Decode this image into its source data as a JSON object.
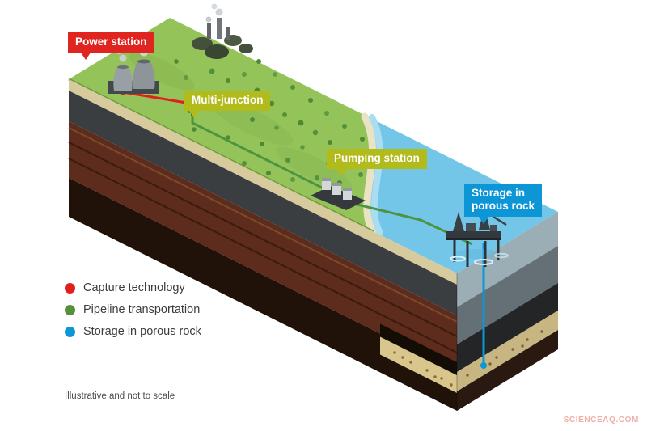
{
  "diagram": {
    "labels": {
      "power_station": "Power station",
      "multi_junction": "Multi-junction",
      "pumping_station": "Pumping station",
      "storage_line1": "Storage in",
      "storage_line2": "porous rock"
    },
    "legend": [
      {
        "label": "Capture technology",
        "color": "#e21f1f"
      },
      {
        "label": "Pipeline transportation",
        "color": "#55913a"
      },
      {
        "label": "Storage in porous rock",
        "color": "#0d96d6"
      }
    ],
    "footnote": "Illustrative and not to scale",
    "watermark": "SCIENCEAQ.COM",
    "colors": {
      "label_red": "#e02420",
      "label_olive": "#b2bb1c",
      "label_blue": "#0c96d6",
      "grass": "#94c35a",
      "sea": "#74c6e9",
      "sand": "#d8c68c",
      "pipeline_red": "#e21f1f",
      "pipeline_green": "#4c9440",
      "pipeline_blue": "#0d96d6"
    }
  }
}
